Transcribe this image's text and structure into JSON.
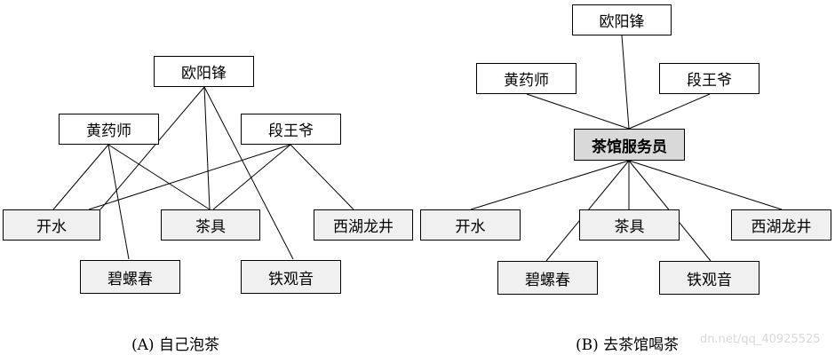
{
  "left": {
    "persons": {
      "ouyang": "欧阳锋",
      "huang": "黄药师",
      "duan": "段王爷"
    },
    "items": {
      "kaishui": "开水",
      "chaju": "茶具",
      "xihu": "西湖龙井",
      "biluo": "碧螺春",
      "tieguan": "铁观音"
    },
    "caption": "(A) 自己泡茶"
  },
  "right": {
    "persons": {
      "ouyang": "欧阳锋",
      "huang": "黄药师",
      "duan": "段王爷"
    },
    "server": "茶馆服务员",
    "items": {
      "kaishui": "开水",
      "chaju": "茶具",
      "xihu": "西湖龙井",
      "biluo": "碧螺春",
      "tieguan": "铁观音"
    },
    "caption": "(B) 去茶馆喝茶"
  },
  "watermark": "dn.net/qq_40925525"
}
